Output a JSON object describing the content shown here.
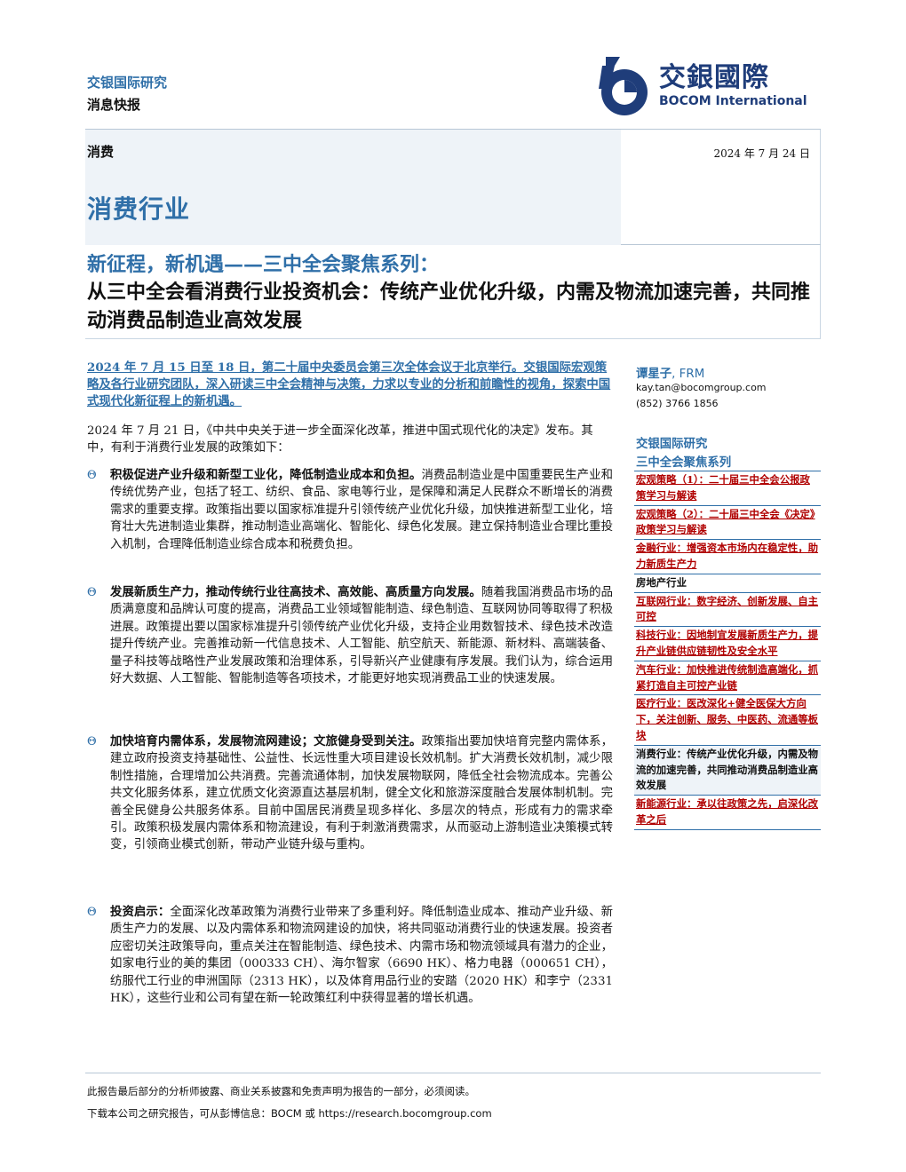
{
  "header": {
    "brand": "交银国际研究",
    "report_type": "消息快报",
    "logo_cn": "交銀國際",
    "logo_en": "BOCOM International",
    "sector": "消费",
    "date": "2024 年 7 月 24 日",
    "industry": "消费行业"
  },
  "title": {
    "series": "新征程，新机遇——三中全会聚焦系列：",
    "main": "从三中全会看消费行业投资机会：传统产业优化升级，内需及物流加速完善，共同推动消费品制造业高效发展"
  },
  "body": {
    "lead": "2024 年 7 月 15 日至 18 日，第二十届中央委员会第三次全体会议于北京举行。交银国际宏观策略及各行业研究团队，深入研读三中全会精神与决策，力求以专业的分析和前瞻性的视角，探索中国式现代化新征程上的新机遇。",
    "intro": "2024 年 7 月 21 日，《中共中央关于进一步全面深化改革，推进中国式现代化的决定》发布。其中，有利于消费行业发展的政策如下：",
    "bullet_marker": "Θ",
    "bullets": [
      {
        "bold": "积极促进产业升级和新型工业化，降低制造业成本和负担。",
        "text": "消费品制造业是中国重要民生产业和传统优势产业，包括了轻工、纺织、食品、家电等行业，是保障和满足人民群众不断增长的消费需求的重要支撑。政策指出要以国家标准提升引领传统产业优化升级，加快推进新型工业化，培育壮大先进制造业集群，推动制造业高端化、智能化、绿色化发展。建立保持制造业合理比重投入机制，合理降低制造业综合成本和税费负担。"
      },
      {
        "bold": "发展新质生产力，推动传统行业往高技术、高效能、高质量方向发展。",
        "text": "随着我国消费品市场的品质满意度和品牌认可度的提高，消费品工业领域智能制造、绿色制造、互联网协同等取得了积极进展。政策提出要以国家标准提升引领传统产业优化升级，支持企业用数智技术、绿色技术改造提升传统产业。完善推动新一代信息技术、人工智能、航空航天、新能源、新材料、高端装备、量子科技等战略性产业发展政策和治理体系，引导新兴产业健康有序发展。我们认为，综合运用好大数据、人工智能、智能制造等各项技术，才能更好地实现消费品工业的快速发展。"
      },
      {
        "bold": "加快培育内需体系，发展物流网建设；文旅健身受到关注。",
        "text": "政策指出要加快培育完整内需体系，建立政府投资支持基础性、公益性、长远性重大项目建设长效机制。扩大消费长效机制，减少限制性措施，合理增加公共消费。完善流通体制，加快发展物联网，降低全社会物流成本。完善公共文化服务体系，建立优质文化资源直达基层机制，健全文化和旅游深度融合发展体制机制。完善全民健身公共服务体系。目前中国居民消费呈现多样化、多层次的特点，形成有力的需求牵引。政策积极发展内需体系和物流建设，有利于刺激消费需求，从而驱动上游制造业决策模式转变，引领商业模式创新，带动产业链升级与重构。"
      },
      {
        "bold": "投资启示：",
        "text": "全面深化改革政策为消费行业带来了多重利好。降低制造业成本、推动产业升级、新质生产力的发展、以及内需体系和物流网建设的加快，将共同驱动消费行业的快速发展。投资者应密切关注政策导向，重点关注在智能制造、绿色技术、内需市场和物流领域具有潜力的企业，如家电行业的美的集团（000333 CH）、海尔智家（6690 HK）、格力电器（000651 CH），纺服代工行业的申洲国际（2313 HK），以及体育用品行业的安踏（2020 HK）和李宁（2331 HK），这些行业和公司有望在新一轮政策红利中获得显著的增长机遇。"
      }
    ]
  },
  "sidebar": {
    "author_name": "谭星子",
    "author_cert": ", FRM",
    "author_email": "kay.tan@bocomgroup.com",
    "author_phone": "(852) 3766 1856",
    "heading1": "交银国际研究",
    "heading2": "三中全会聚焦系列",
    "items": [
      {
        "label": "宏观策略（1）：二十届三中全会公报政策学习与解读",
        "type": "link"
      },
      {
        "label": "宏观策略（2）：二十届三中全会《决定》政策学习与解读",
        "type": "link"
      },
      {
        "label": "金融行业：增强资本市场内在稳定性，助力新质生产力",
        "type": "link"
      },
      {
        "label": "房地产行业",
        "type": "plain"
      },
      {
        "label": "互联网行业：数字经济、创新发展、自主可控",
        "type": "link"
      },
      {
        "label": "科技行业：因地制宜发展新质生产力，提升产业链供应链韧性及安全水平",
        "type": "link"
      },
      {
        "label": "汽车行业：加快推进传统制造高端化，抓紧打造自主可控产业链",
        "type": "link"
      },
      {
        "label": "医疗行业：医改深化+健全医保大方向下，关注创新、服务、中医药、流通等板块",
        "type": "link"
      },
      {
        "label": "消费行业：传统产业优化升级，内需及物流的加速完善，共同推动消费品制造业高效发展",
        "type": "current"
      },
      {
        "label": "新能源行业：承以往政策之先，启深化改革之后",
        "type": "link"
      }
    ]
  },
  "footer": {
    "disclaimer": "此报告最后部分的分析师披露、商业关系披露和免责声明为报告的一部分，必须阅读。",
    "download_prefix": "下载本公司之研究报告，可从彭博信息：",
    "download_links": "BOCM 或 https://research.bocomgroup.com"
  }
}
